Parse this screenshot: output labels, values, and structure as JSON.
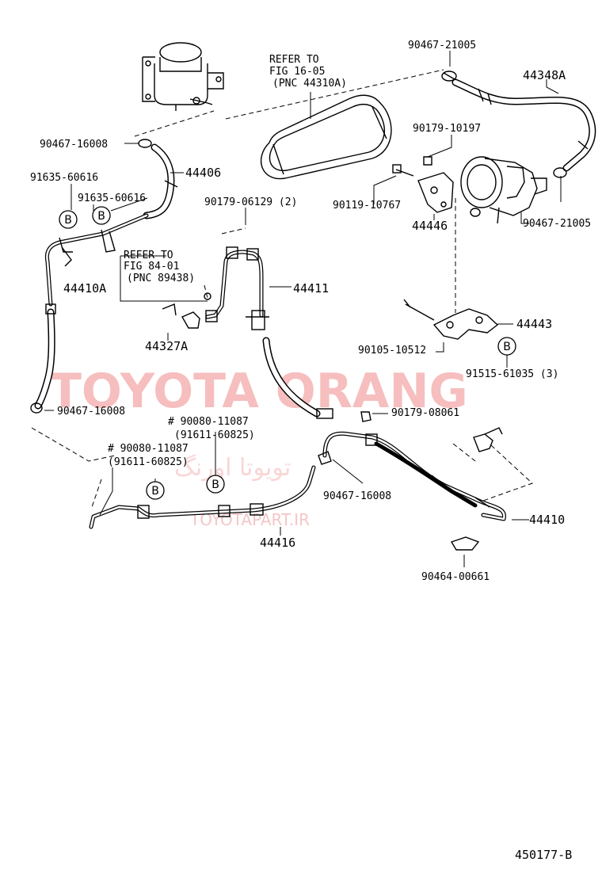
{
  "labels": {
    "refer1": [
      "REFER TO",
      "FIG 16-05",
      "(PNC 44310A)"
    ],
    "refer2": [
      "REFER TO",
      "FIG 84-01",
      "(PNC 89438)"
    ],
    "p_90467_21005_top": "90467-21005",
    "p_44348A": "44348A",
    "p_90179_10197": "90179-10197",
    "p_90467_16008_a": "90467-16008",
    "p_44406": "44406",
    "p_91635_a": "91635-60616",
    "p_91635_b": "91635-60616",
    "p_90179_06129": "90179-06129 (2)",
    "p_90119_10767": "90119-10767",
    "p_44446": "44446",
    "p_90467_21005_r": "90467-21005",
    "p_44410A": "44410A",
    "p_44411": "44411",
    "p_44327A": "44327A",
    "p_44443": "44443",
    "p_90105_10512": "90105-10512",
    "p_91515_61035": "91515-61035 (3)",
    "p_90467_16008_b": "90467-16008",
    "p_90179_08061": "90179-08061",
    "p_90080_a": "# 90080-11087",
    "p_91611_a": "(91611-60825)",
    "p_90080_b": "# 90080-11087",
    "p_91611_b": "(91611-60825)",
    "p_90467_16008_c": "90467-16008",
    "p_44410": "44410",
    "p_44416": "44416",
    "p_90464_00661": "90464-00661",
    "drawing_no": "450177-B",
    "b_marker": "B"
  },
  "watermark": {
    "main": "TOYOTA ORANG",
    "persian": "تویوتا اورنگ",
    "site": "TOYOTAPART.IR",
    "color": "#f08a8a"
  }
}
